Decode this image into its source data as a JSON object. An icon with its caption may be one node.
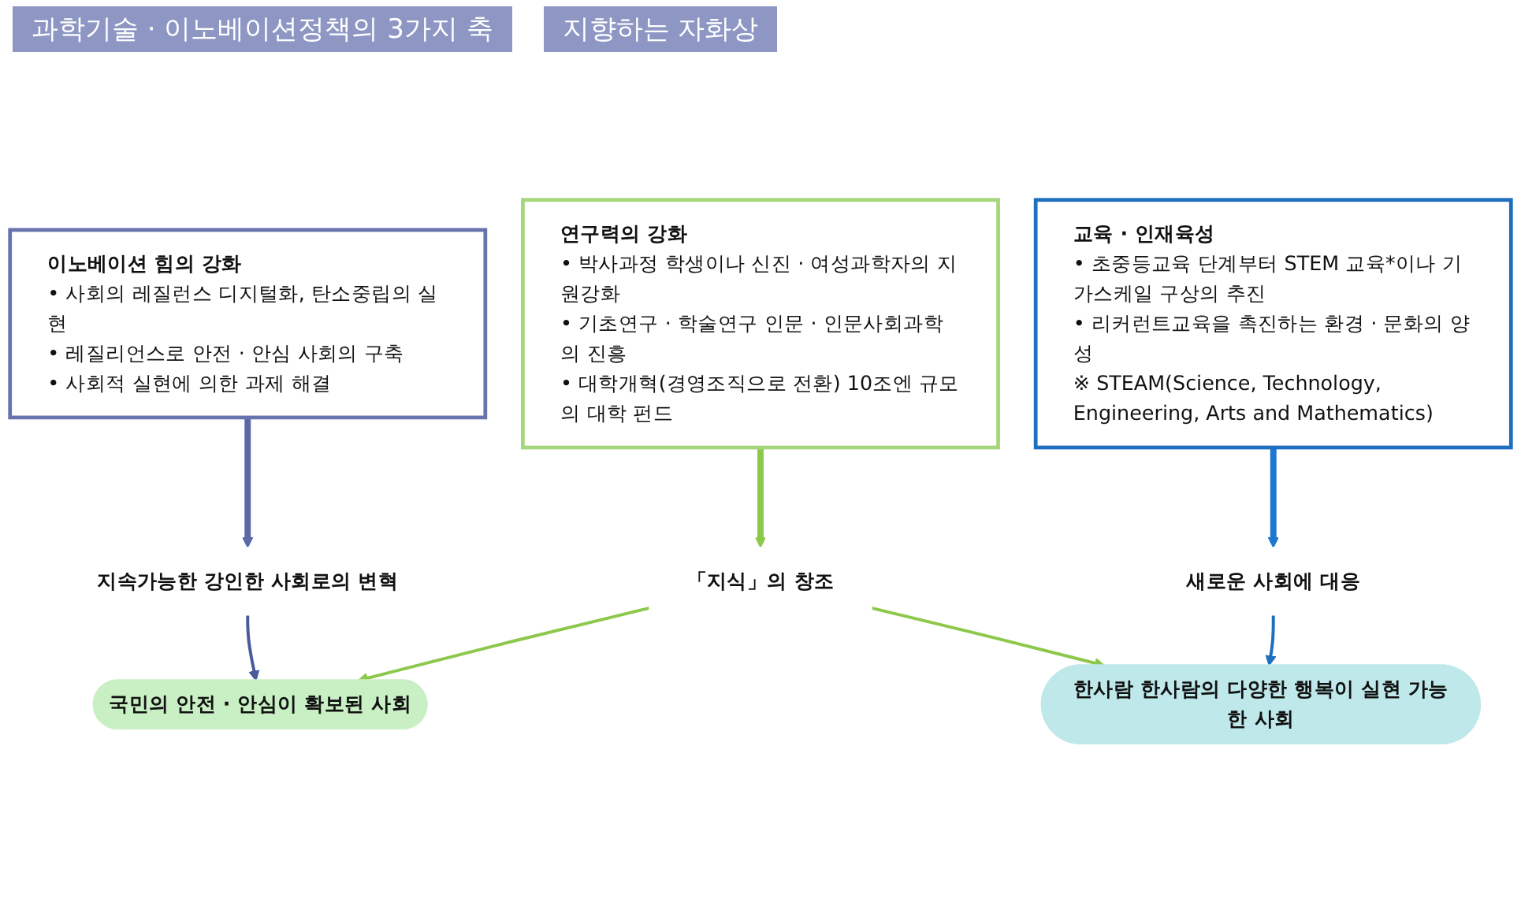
{
  "diagram": {
    "title": "과학기술 · 이노베이션정책의 3가지 축",
    "nodes": [
      {
        "text": [
          "이노베이션 힘의 강화",
          "• 사회의 레질런스 디지털화, 탄소중립의 실현",
          "• 레질리언스로 안전 · 안심 사회의 구축",
          "• 사회적 실현에 의한 과제 해결"
        ]
      },
      {
        "text": [
          "연구력의 강화",
          "• 박사과정 학생이나 신진 · 여성과학자의 지원강화",
          "• 기초연구 · 학술연구 인문 · 인문사회과학의 진흥",
          "• 대학개혁(경영조직으로 전환) 10조엔 규모의 대학 펀드"
        ]
      },
      {
        "text": [
          "교육 · 인재육성",
          "• 초중등교육 단계부터 STEM 교육*이나 기가스케일 구상의 추진",
          "• 리커런트교육을 촉진하는 환경 · 문화의 양성",
          "※ STEAM(Science, Technology, Engineering, Arts and Mathematics)"
        ]
      },
      {
        "text": [
          "지속가능한 강인한 사회로의 변혁"
        ]
      },
      {
        "text": [
          "「지식」의 창조"
        ]
      },
      {
        "text": [
          "새로운 사회에 대응"
        ]
      },
      {
        "text": [
          "국민의 안전 · 안심이 확보된 사회"
        ]
      },
      {
        "text": [
          "한사람 한사람의 다양한 행복이 실현 가능한 사회"
        ]
      }
    ],
    "edges": [
      {
        "from": 0,
        "to": 3,
        "arrow": "to",
        "style": "thick",
        "color": "#5b6aa6"
      },
      {
        "from": 1,
        "to": 4,
        "arrow": "to",
        "style": "thick"
      },
      {
        "from": 2,
        "to": 5,
        "arrow": "to",
        "style": "thick",
        "color": "#1e78d2"
      },
      {
        "from": 3,
        "to": 6,
        "arrow": "to",
        "color": "#4a5a9a"
      },
      {
        "from": 4,
        "to": 6,
        "arrow": "to"
      },
      {
        "from": 4,
        "to": 7,
        "arrow": "to"
      },
      {
        "from": 5,
        "to": 7,
        "arrow": "to",
        "color": "#1f6fbf"
      }
    ],
    "labels": [
      "지향하는 자화상"
    ]
  }
}
